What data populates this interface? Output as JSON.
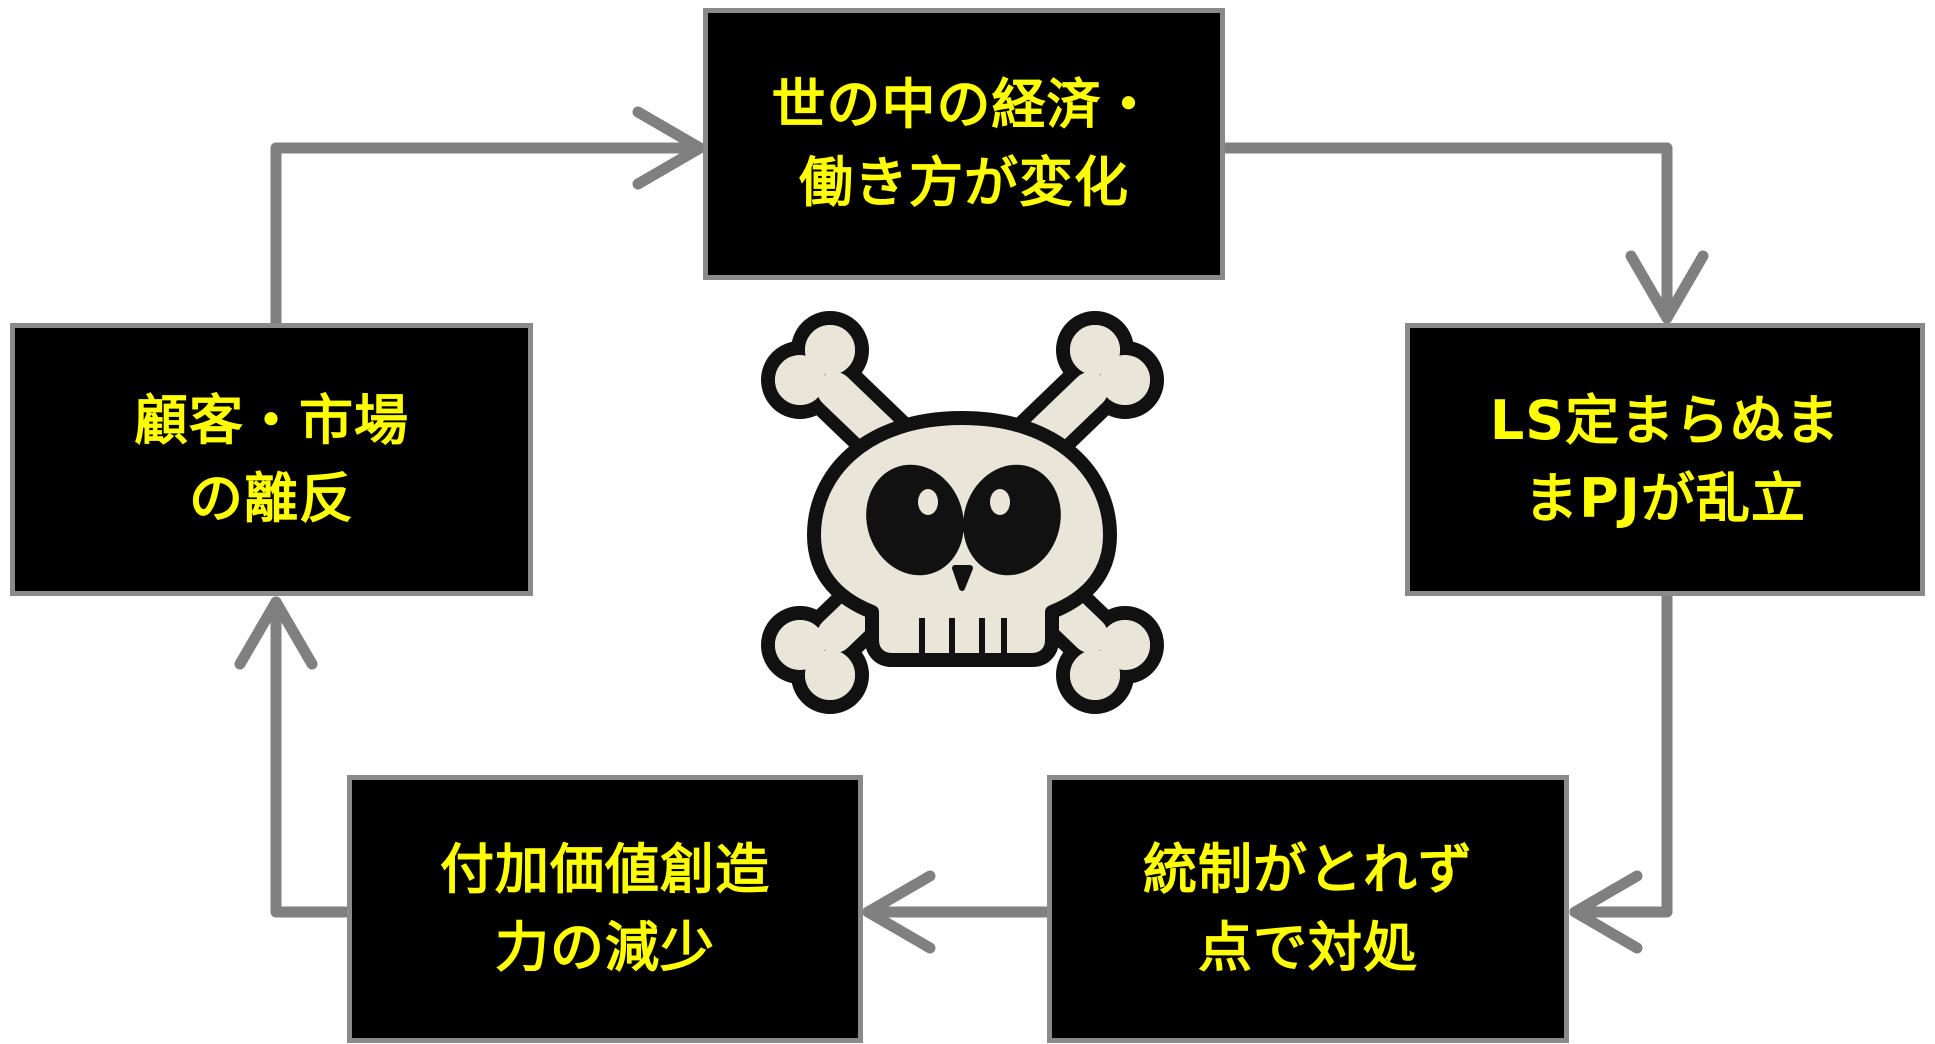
{
  "cycle": {
    "step_top": {
      "line1": "世の中の経済・",
      "line2": "働き方が変化"
    },
    "step_right": {
      "line1": "LS定まらぬま",
      "line2": "まPJが乱立"
    },
    "step_bottom_right": {
      "line1": "統制がとれず",
      "line2": "点で対処"
    },
    "step_bottom_left": {
      "line1": "付加価値創造",
      "line2": "力の減少"
    },
    "step_left": {
      "line1": "顧客・市場",
      "line2": "の離反"
    }
  },
  "center_icon": "skull-and-crossbones-icon",
  "colors": {
    "box_fill": "#000000",
    "box_border": "#8a8a8a",
    "text": "#ffff00",
    "arrow": "#808080",
    "bone": "#e9e5d8",
    "outline": "#111111"
  }
}
